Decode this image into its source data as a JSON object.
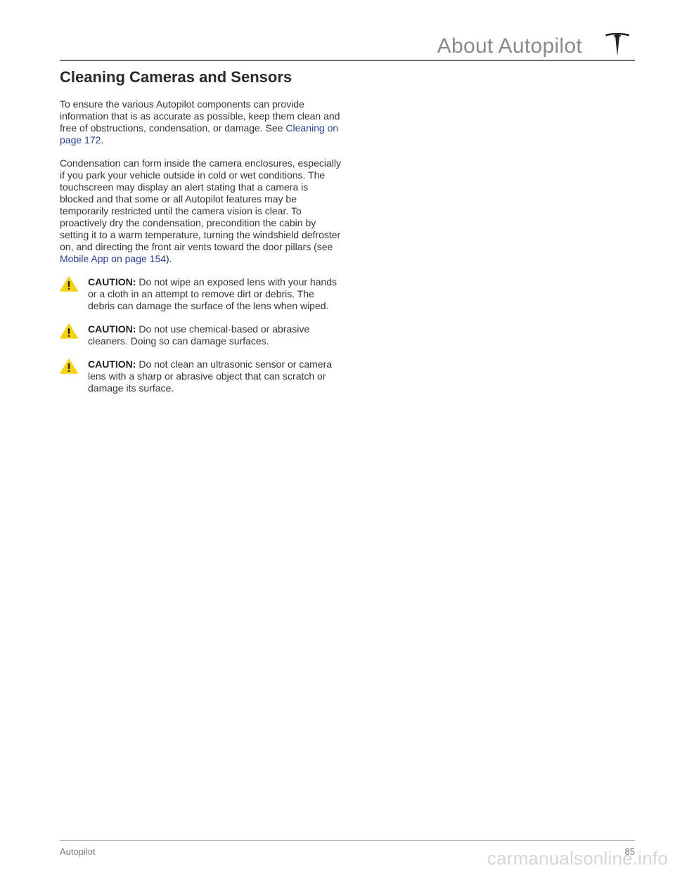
{
  "header": {
    "title": "About Autopilot"
  },
  "section": {
    "title": "Cleaning Cameras and Sensors",
    "p1_text": "To ensure the various Autopilot components can provide information that is as accurate as possible, keep them clean and free of obstructions, condensation, or damage. See ",
    "p1_link": "Cleaning on page 172",
    "p1_end": ".",
    "p2_text": "Condensation can form inside the camera enclosures, especially if you park your vehicle outside in cold or wet conditions. The touchscreen may display an alert stating that a camera is blocked and that some or all Autopilot features may be temporarily restricted until the camera vision is clear. To proactively dry the condensation, precondition the cabin by setting it to a warm temperature, turning the windshield defroster on, and directing the front air vents toward the door pillars (see ",
    "p2_link": "Mobile App on page 154",
    "p2_end": ")."
  },
  "cautions": [
    {
      "label": "CAUTION:",
      "text": " Do not wipe an exposed lens with your hands or a cloth in an attempt to remove dirt or debris. The debris can damage the surface of the lens when wiped."
    },
    {
      "label": "CAUTION:",
      "text": " Do not use chemical-based or abrasive cleaners. Doing so can damage surfaces."
    },
    {
      "label": "CAUTION:",
      "text": " Do not clean an ultrasonic sensor or camera lens with a sharp or abrasive object that can scratch or damage its surface."
    }
  ],
  "footer": {
    "section": "Autopilot",
    "page": "85"
  },
  "watermark": "carmanualsonline.info",
  "colors": {
    "link": "#2a3f95",
    "warning_yellow": "#f5d312",
    "logo": "#222222"
  },
  "icons": {
    "warning": "warning-triangle-icon",
    "logo": "tesla-logo-icon"
  }
}
